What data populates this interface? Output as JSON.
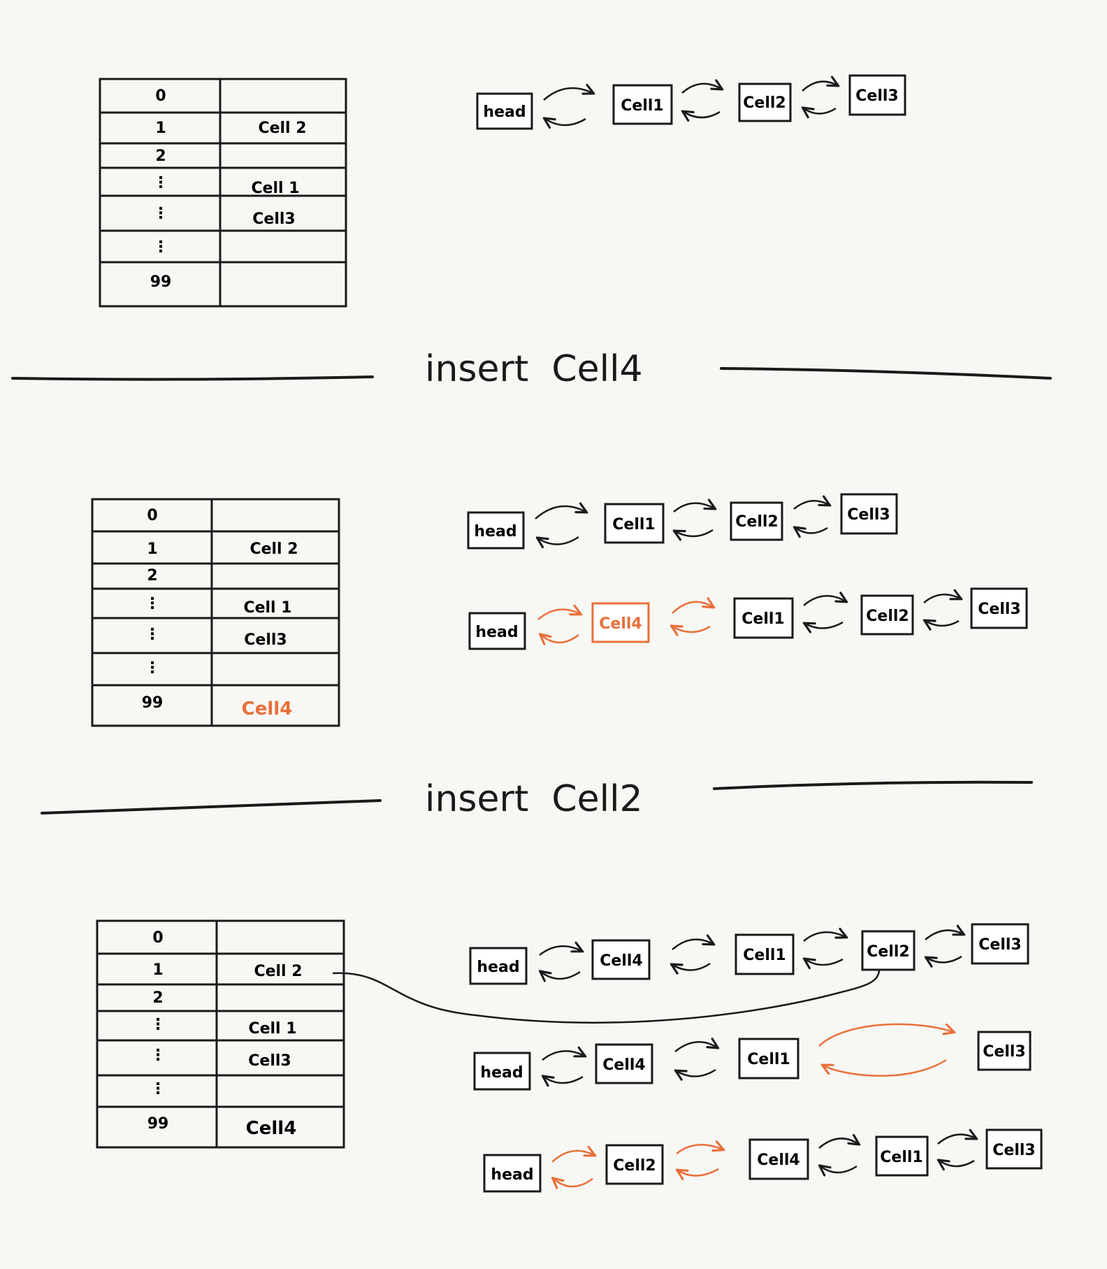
{
  "colors": {
    "ink": "#1a1a1a",
    "accent": "#e8703a",
    "background": "#f7f7f4"
  },
  "sections": [
    {
      "table": {
        "rows": [
          {
            "index": "0",
            "value": ""
          },
          {
            "index": "1",
            "value": "Cell 2"
          },
          {
            "index": "2",
            "value": ""
          },
          {
            "index": "⋮",
            "value": "Cell 1"
          },
          {
            "index": "⋮",
            "value": "Cell3"
          },
          {
            "index": "⋮",
            "value": ""
          },
          {
            "index": "99",
            "value": ""
          }
        ]
      },
      "lists": [
        {
          "nodes": [
            {
              "label": "head"
            },
            {
              "label": "Cell1"
            },
            {
              "label": "Cell2"
            },
            {
              "label": "Cell3"
            }
          ]
        }
      ]
    },
    {
      "divider_label": "insert  Cell4",
      "table": {
        "rows": [
          {
            "index": "0",
            "value": ""
          },
          {
            "index": "1",
            "value": "Cell 2"
          },
          {
            "index": "2",
            "value": ""
          },
          {
            "index": "⋮",
            "value": "Cell 1"
          },
          {
            "index": "⋮",
            "value": "Cell3"
          },
          {
            "index": "⋮",
            "value": ""
          },
          {
            "index": "99",
            "value": "Cell4",
            "highlight": true
          }
        ]
      },
      "lists": [
        {
          "nodes": [
            {
              "label": "head"
            },
            {
              "label": "Cell1"
            },
            {
              "label": "Cell2"
            },
            {
              "label": "Cell3"
            }
          ]
        },
        {
          "nodes": [
            {
              "label": "head"
            },
            {
              "label": "Cell4",
              "highlight": true
            },
            {
              "label": "Cell1"
            },
            {
              "label": "Cell2"
            },
            {
              "label": "Cell3"
            }
          ]
        }
      ]
    },
    {
      "divider_label": "insert  Cell2",
      "table": {
        "rows": [
          {
            "index": "0",
            "value": ""
          },
          {
            "index": "1",
            "value": "Cell 2"
          },
          {
            "index": "2",
            "value": ""
          },
          {
            "index": "⋮",
            "value": "Cell 1"
          },
          {
            "index": "⋮",
            "value": "Cell3"
          },
          {
            "index": "⋮",
            "value": ""
          },
          {
            "index": "99",
            "value": "Cell4"
          }
        ]
      },
      "lists": [
        {
          "nodes": [
            {
              "label": "head"
            },
            {
              "label": "Cell4"
            },
            {
              "label": "Cell1"
            },
            {
              "label": "Cell2"
            },
            {
              "label": "Cell3"
            }
          ]
        },
        {
          "nodes": [
            {
              "label": "head"
            },
            {
              "label": "Cell4"
            },
            {
              "label": "Cell1"
            },
            {
              "label": "Cell3"
            }
          ]
        },
        {
          "nodes": [
            {
              "label": "head"
            },
            {
              "label": "Cell2"
            },
            {
              "label": "Cell4"
            },
            {
              "label": "Cell1"
            },
            {
              "label": "Cell3"
            }
          ]
        }
      ]
    }
  ]
}
